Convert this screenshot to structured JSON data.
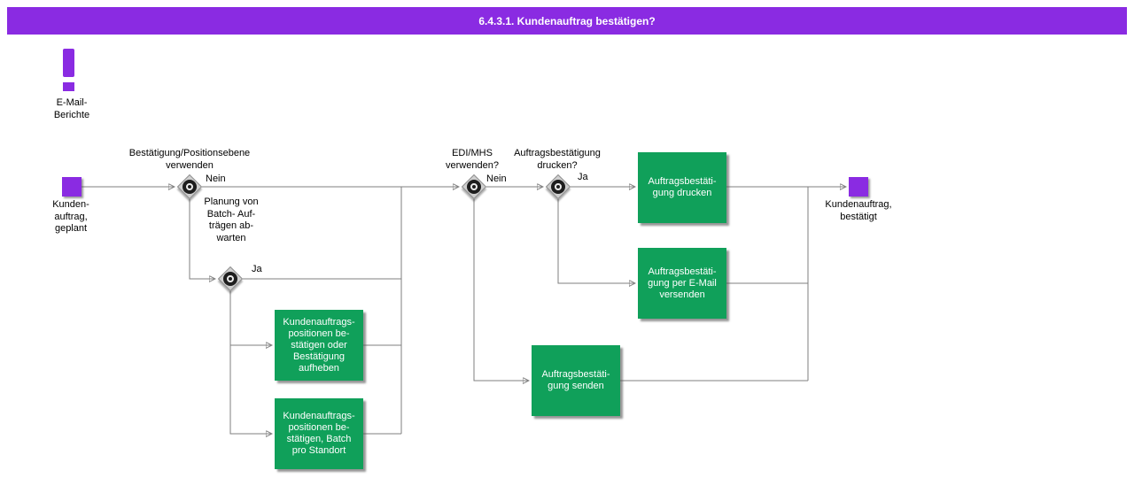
{
  "colors": {
    "accent_purple": "#8A2BE2",
    "task_green": "#10A05A",
    "connector_gray": "#7f7f7f"
  },
  "header": {
    "title": "6.4.3.1. Kundenauftrag bestätigen?"
  },
  "annotations": {
    "email_reports": "E-Mail-\nBerichte",
    "batch_wait": "Planung von\nBatch- Auf-\nträgen ab-\nwarten"
  },
  "events": {
    "start": "Kunden-\nauftrag,\ngeplant",
    "end": "Kundenauftrag,\nbestätigt"
  },
  "gateways": {
    "confirmation_level": {
      "label": "Bestätigung/Positionsebene\nverwenden",
      "branch": "Nein"
    },
    "batch_planning": {
      "branch": "Ja"
    },
    "edi_mhs": {
      "label": "EDI/MHS\nverwenden?",
      "branch": "Nein"
    },
    "print_confirmation": {
      "label": "Auftragsbestätigung\ndrucken?",
      "branch": "Ja"
    }
  },
  "tasks": {
    "confirm_positions": "Kundenauftrags-\npositionen  be-\nstätigen oder\nBestätigung\naufheben",
    "confirm_batch": "Kundenauftrags-\npositionen  be-\nstätigen, Batch\npro Standort",
    "print": "Auftragsbestäti-\ngung  drucken",
    "email": "Auftragsbestäti-\ngung  per E-Mail\nversenden",
    "send": "Auftragsbestäti-\ngung  senden"
  }
}
